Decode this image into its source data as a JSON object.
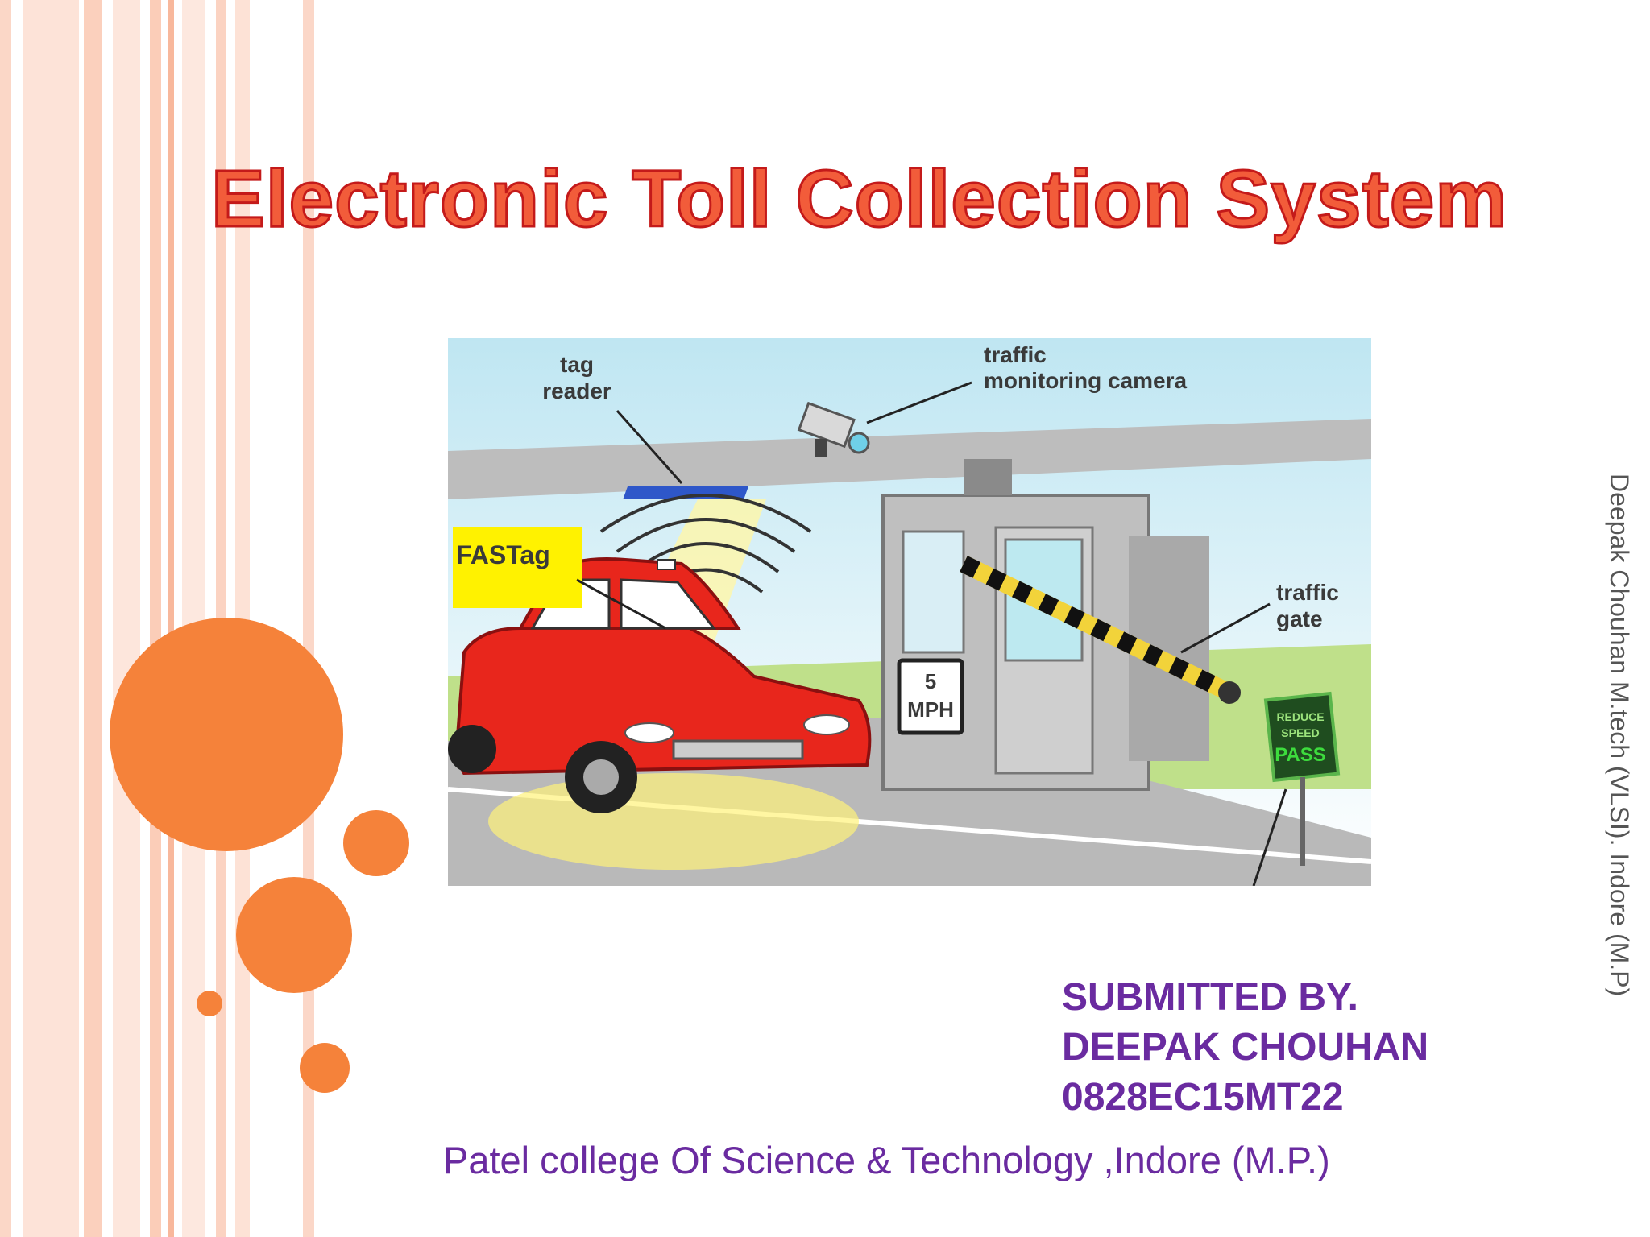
{
  "slide": {
    "title": "Electronic Toll Collection System",
    "side_note": "Deepak Chouhan M.tech (VLSI). Indore (M.P)",
    "submitted": {
      "heading": "SUBMITTED BY.",
      "name": "DEEPAK CHOUHAN",
      "roll": "0828EC15MT22"
    },
    "college": "Patel college Of Science & Technology ,Indore (M.P.)"
  },
  "illustration": {
    "labels": {
      "tag_reader_1": "tag",
      "tag_reader_2": "reader",
      "camera_1": "traffic",
      "camera_2": "monitoring camera",
      "fastag": "FASTag",
      "gate_1": "traffic",
      "gate_2": "gate",
      "speed_1": "5",
      "speed_2": "MPH",
      "sign_1": "REDUCE",
      "sign_2": "SPEED",
      "sign_3": "PASS"
    }
  },
  "colors": {
    "title": "#f25c3a",
    "title_outline": "#c41a1a",
    "text_purple": "#6a2ba0",
    "accent_orange": "#f5823a"
  }
}
